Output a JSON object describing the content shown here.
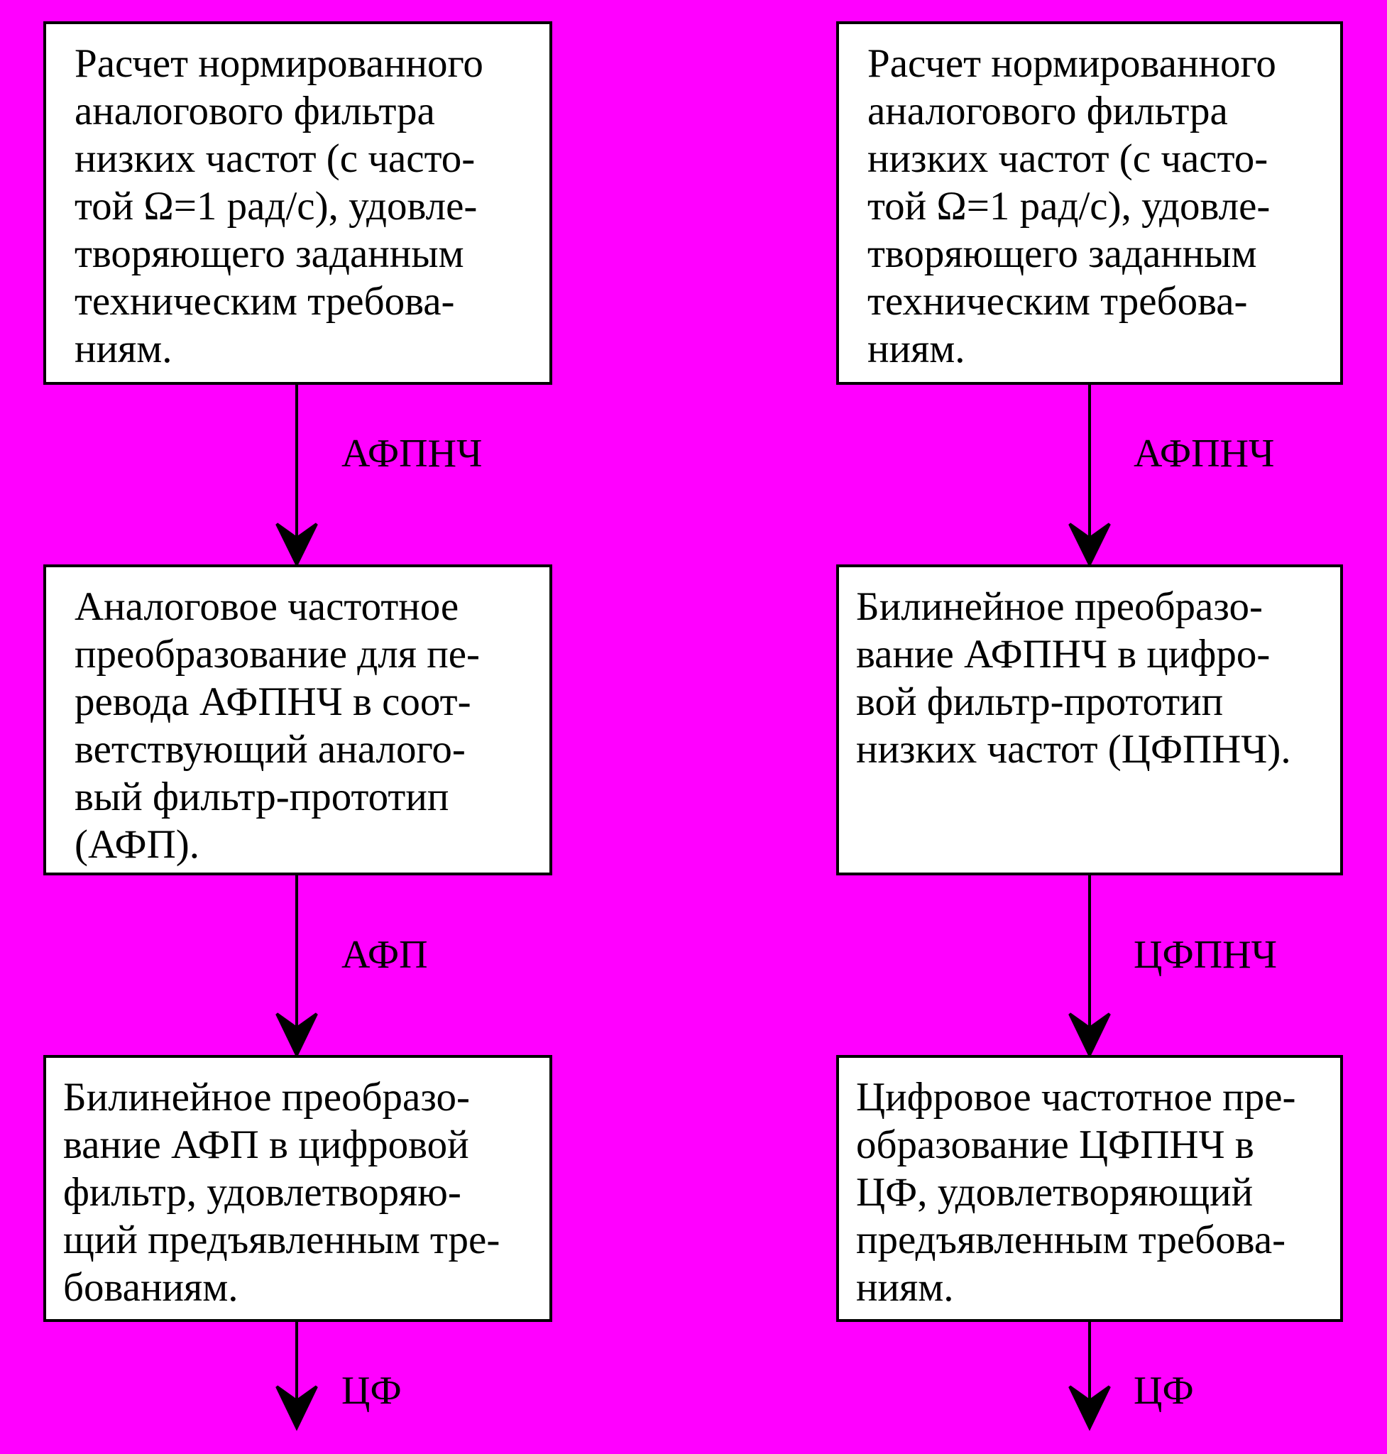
{
  "left_column": {
    "boxes": [
      {
        "lines": [
          "Расчет нормированного",
          "аналогового фильтра",
          "низких частот (с часто-",
          "той Ω=1 рад/с), удовле-",
          "творяющего заданным",
          "техническим требова-",
          "ниям."
        ]
      },
      {
        "lines": [
          "Аналоговое частотное",
          "преобразование для пе-",
          "ревода АФПНЧ в соот-",
          "ветствующий аналого-",
          "вый фильтр-прототип",
          "(АФП)."
        ]
      },
      {
        "lines": [
          "Билинейное преобразо-",
          "вание АФП в цифровой",
          "фильтр, удовлетворяю-",
          "щий предъявленным тре-",
          "бованиям."
        ]
      }
    ],
    "arrow_labels": [
      "АФПНЧ",
      "АФП",
      "ЦФ"
    ]
  },
  "right_column": {
    "boxes": [
      {
        "lines": [
          "Расчет нормированного",
          "аналогового фильтра",
          "низких частот (с часто-",
          "той Ω=1 рад/с), удовле-",
          "творяющего заданным",
          "техническим требова-",
          "ниям."
        ]
      },
      {
        "lines": [
          "Билинейное преобразо-",
          "вание АФПНЧ в цифро-",
          "вой фильтр-прототип",
          "низких частот (ЦФПНЧ)."
        ]
      },
      {
        "lines": [
          "Цифровое частотное пре-",
          "образование ЦФПНЧ в",
          "ЦФ, удовлетворяющий",
          "предъявленным требова-",
          "ниям."
        ]
      }
    ],
    "arrow_labels": [
      "АФПНЧ",
      "ЦФПНЧ",
      "ЦФ"
    ]
  }
}
